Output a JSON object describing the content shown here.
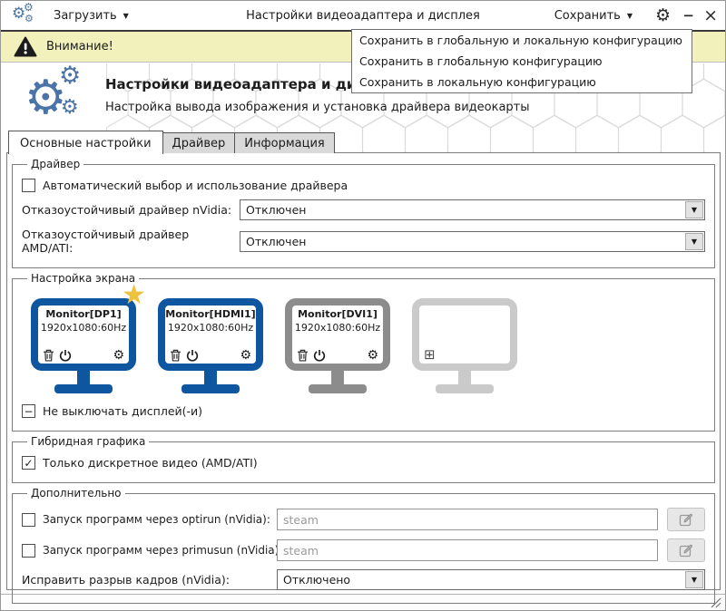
{
  "titlebar": {
    "load_label": "Загрузить",
    "title": "Настройки видеоадаптера и дисплея",
    "save_label": "Сохранить",
    "minimize_glyph": "−",
    "close_glyph": "×"
  },
  "warning_bar": {
    "text": "Внимание!"
  },
  "save_menu": {
    "items": [
      "Сохранить в глобальную и локальную конфигурацию",
      "Сохранить в глобальную конфигурацию",
      "Сохранить в локальную конфигурацию"
    ]
  },
  "header": {
    "title": "Настройки видеоадаптера и дисплея",
    "subtitle": "Настройка вывода изображения и установка драйвера видеокарты"
  },
  "tabs": {
    "main": "Основные настройки",
    "driver": "Драйвер",
    "info": "Информация"
  },
  "driver_group": {
    "title": "Драйвер",
    "auto_checkbox_label": "Автоматический выбор и использование драйвера",
    "nvidia_label": "Отказоустойчивый драйвер nVidia:",
    "nvidia_value": "Отключен",
    "amd_label": "Отказоустойчивый драйвер AMD/ATI:",
    "amd_value": "Отключен"
  },
  "screen_group": {
    "title": "Настройка экрана",
    "monitors": [
      {
        "name": "Monitor[DP1]",
        "resolution": "1920x1080:60Hz",
        "state": "primary"
      },
      {
        "name": "Monitor[HDMI1]",
        "resolution": "1920x1080:60Hz",
        "state": "active"
      },
      {
        "name": "Monitor[DVI1]",
        "resolution": "1920x1080:60Hz",
        "state": "disabled"
      },
      {
        "state": "empty"
      }
    ],
    "keep_on_label": "Не выключать дисплей(-и)"
  },
  "hybrid_group": {
    "title": "Гибридная графика",
    "discrete_checkbox_label": "Только дискретное видео (AMD/ATI)"
  },
  "extra_group": {
    "title": "Дополнительно",
    "optirun_label": "Запуск программ через optirun (nVidia):",
    "optirun_placeholder": "steam",
    "primusun_label": "Запуск программ через primusun (nVidia):",
    "primusun_placeholder": "steam",
    "tearfix_label": "Исправить разрыв кадров (nVidia):",
    "tearfix_value": "Отключено"
  },
  "icons": {
    "gear": "⚙",
    "star": "★",
    "plus_box": "⊞",
    "check": "✓",
    "dash": "−",
    "arrow_down": "▼"
  },
  "colors": {
    "accent_blue": "#4a74a8",
    "monitor_active": "#0e57a0",
    "monitor_disabled": "#8c8c8c",
    "monitor_empty": "#cacaca",
    "star_gold": "#eec23b",
    "warning_bg": "#f2f0bb"
  }
}
